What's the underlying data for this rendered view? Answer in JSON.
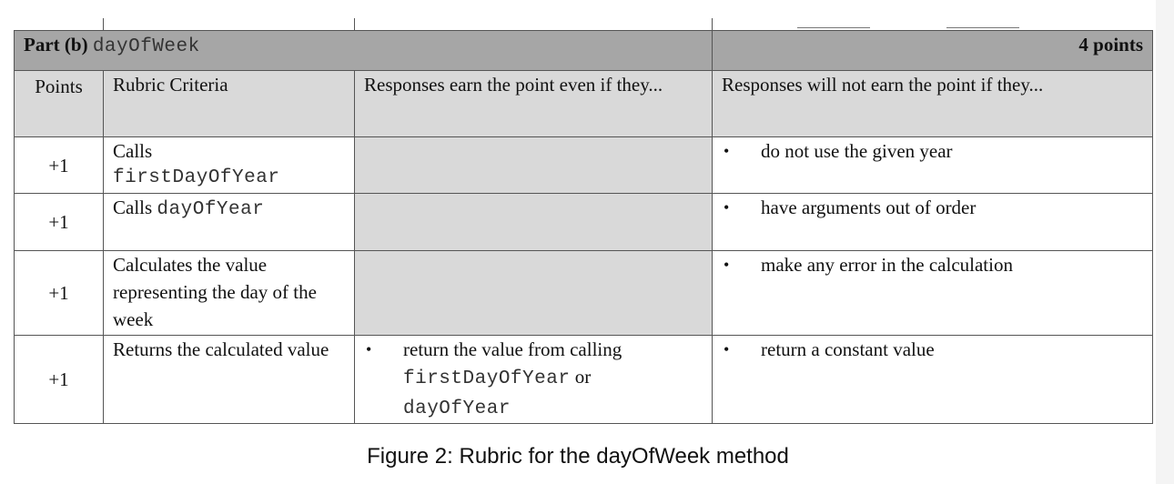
{
  "header": {
    "part_label": "Part (b)",
    "method_name": "dayOfWeek",
    "total_points": "4 points"
  },
  "columns": {
    "points": "Points",
    "criteria": "Rubric Criteria",
    "earn_even_if": "Responses earn the point even if they...",
    "not_earn_if": "Responses will not earn the point if they..."
  },
  "rows": [
    {
      "points": "+1",
      "criteria_text": "Calls",
      "criteria_code": "firstDayOfYear",
      "not_earn": "do not use the given year"
    },
    {
      "points": "+1",
      "criteria_text": "Calls",
      "criteria_code": "dayOfYear",
      "not_earn": "have arguments out of order"
    },
    {
      "points": "+1",
      "criteria_text": "Calculates the value representing the day of the week",
      "not_earn": "make any error in the calculation"
    },
    {
      "points": "+1",
      "criteria_text": "Returns the calculated value",
      "earn_text": "return the value from calling",
      "earn_code_1": "firstDayOfYear",
      "earn_or": "or",
      "earn_code_2": "dayOfYear",
      "not_earn": "return a constant value"
    }
  ],
  "bullet_symbol": "•",
  "caption": "Figure 2: Rubric for the dayOfWeek method",
  "colors": {
    "header_bg": "#a6a6a6",
    "shaded_bg": "#d9d9d9",
    "border": "#555555"
  }
}
